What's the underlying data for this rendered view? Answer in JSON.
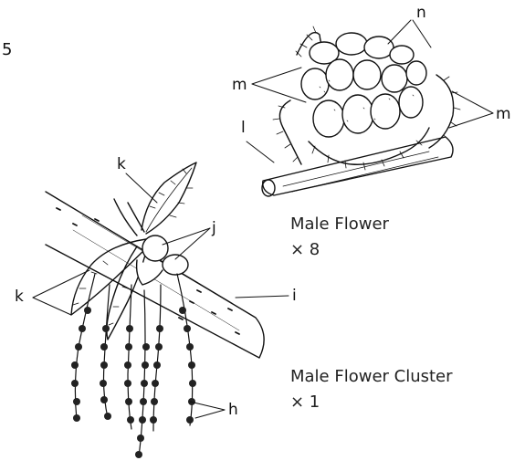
{
  "figure": {
    "figure_number": "5",
    "labels": {
      "h": "h",
      "i": "i",
      "j": "j",
      "k": "k",
      "l": "l",
      "m": "m",
      "n": "n"
    },
    "captions": {
      "male_flower": "Male Flower",
      "male_flower_scale": "× 8",
      "cluster": "Male Flower Cluster",
      "cluster_scale": "× 1"
    }
  }
}
